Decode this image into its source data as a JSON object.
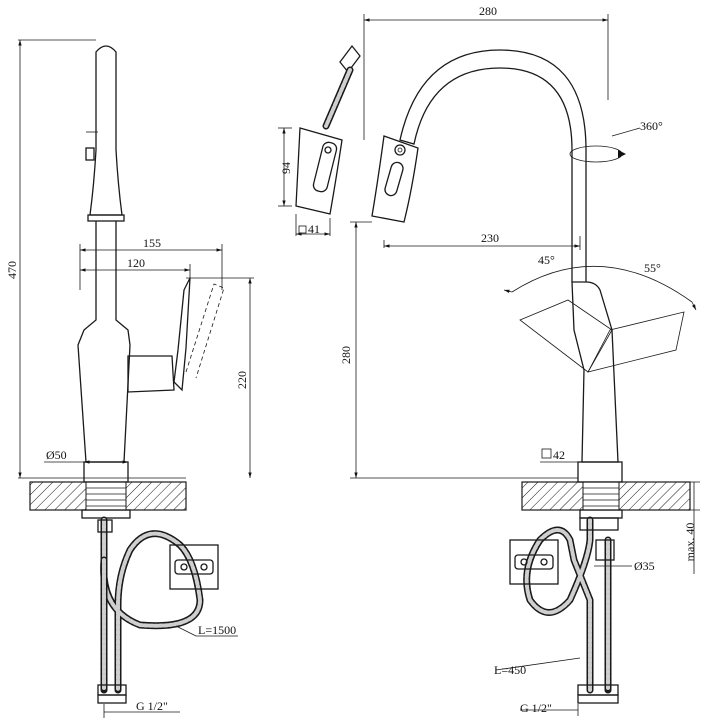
{
  "dimensions": {
    "left_height": "470",
    "left_spout_reach": "155",
    "left_handle_reach": "120",
    "left_body_height": "220",
    "left_base_dia": "Ø50",
    "left_hose_length": "L=1500",
    "left_thread": "G 1/2\"",
    "head_length": "94",
    "head_square": "41",
    "top_width": "280",
    "rotation": "360°",
    "spout_reach": "230",
    "right_height": "280",
    "angle_left": "45°",
    "angle_right": "55°",
    "base_square": "42",
    "thread_dia": "Ø35",
    "max_thickness": "max. 40",
    "right_hose_length": "L=450",
    "right_thread": "G 1/2\""
  }
}
